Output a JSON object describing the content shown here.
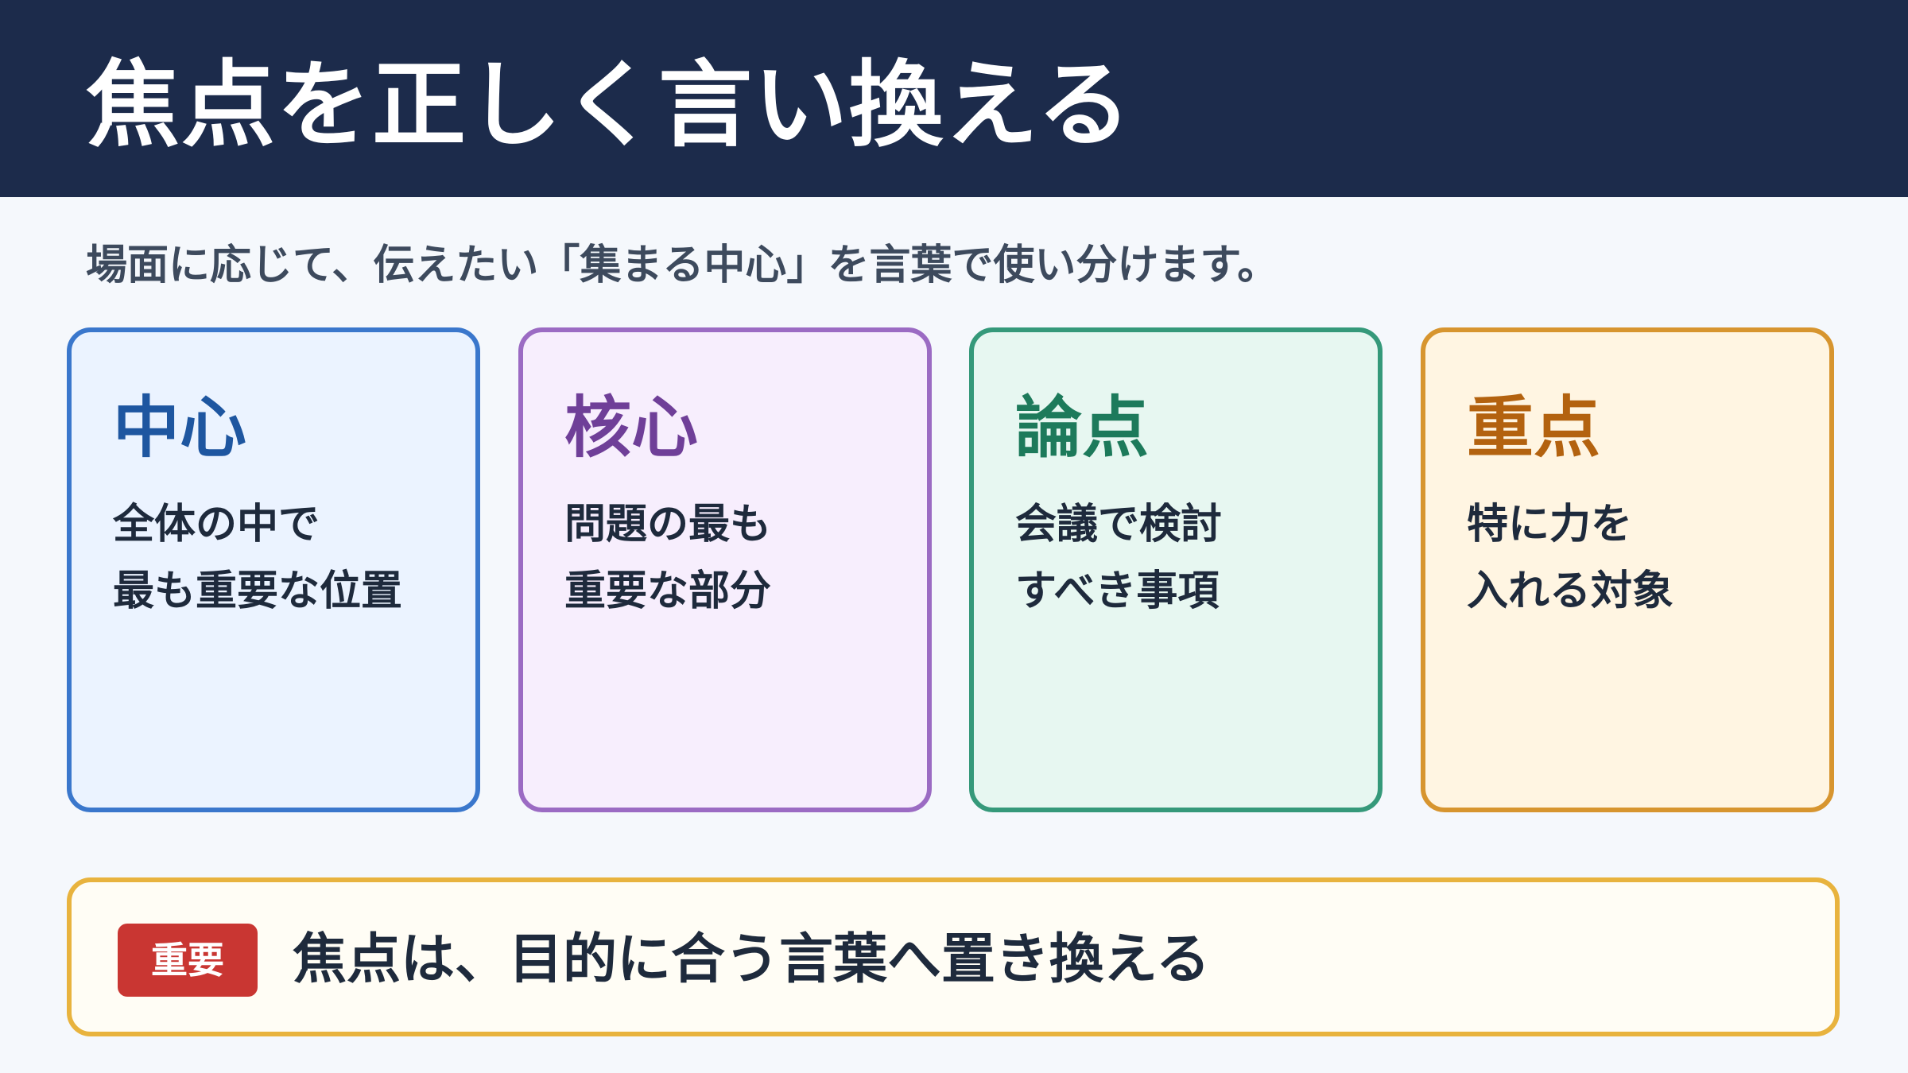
{
  "header": {
    "title": "焦点を正しく言い換える"
  },
  "subtitle": "場面に応じて、伝えたい「集まる中心」を言葉で使い分けます。",
  "cards": [
    {
      "title": "中心",
      "lines": [
        "全体の中で",
        "最も重要な位置"
      ]
    },
    {
      "title": "核心",
      "lines": [
        "問題の最も",
        "重要な部分"
      ]
    },
    {
      "title": "論点",
      "lines": [
        "会議で検討",
        "すべき事項"
      ]
    },
    {
      "title": "重点",
      "lines": [
        "特に力を",
        "入れる対象"
      ]
    }
  ],
  "note": {
    "badge": "重要",
    "text": "焦点は、目的に合う言葉へ置き換える"
  },
  "colors": {
    "header_bg": "#1c2b4b",
    "blue": "#3a77cc",
    "purple": "#9b6bc3",
    "green": "#35997a",
    "orange": "#d7952f",
    "badge": "#c93632",
    "note_border": "#e8b33e"
  }
}
